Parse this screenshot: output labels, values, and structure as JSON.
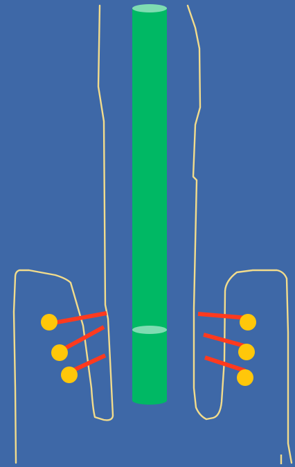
{
  "diagram": {
    "background_color": "#3e68a7",
    "outline_color": "#f2dc8c",
    "tube_color": "#00b864",
    "tube_cap_color": "#7fdcb2",
    "stroke_color": "#ff3a1e",
    "dot_color": "#ffc70a",
    "tube_segments": 2,
    "left_pairs": 3,
    "right_pairs": 3
  }
}
